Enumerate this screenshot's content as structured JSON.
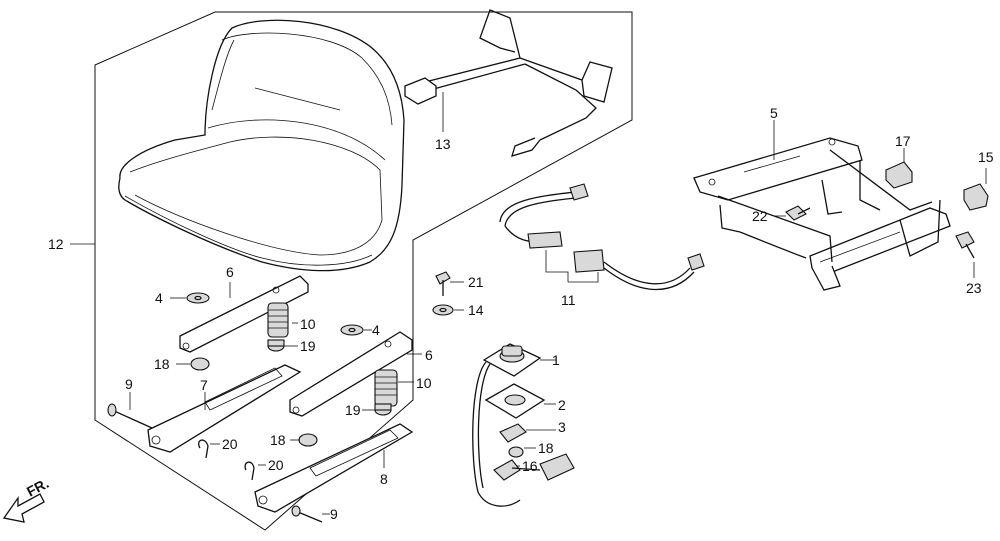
{
  "diagram": {
    "callouts": {
      "c1": "1",
      "c2": "2",
      "c3": "3",
      "c4a": "4",
      "c4b": "4",
      "c5": "5",
      "c6a": "6",
      "c6b": "6",
      "c7": "7",
      "c8": "8",
      "c9a": "9",
      "c9b": "9",
      "c10a": "10",
      "c10b": "10",
      "c11": "11",
      "c12": "12",
      "c13": "13",
      "c14": "14",
      "c15": "15",
      "c16": "16",
      "c17": "17",
      "c18a": "18",
      "c18b": "18",
      "c18c": "18",
      "c19a": "19",
      "c19b": "19",
      "c20a": "20",
      "c20b": "20",
      "c21": "21",
      "c22": "22",
      "c23": "23"
    },
    "direction_label": "FR."
  }
}
